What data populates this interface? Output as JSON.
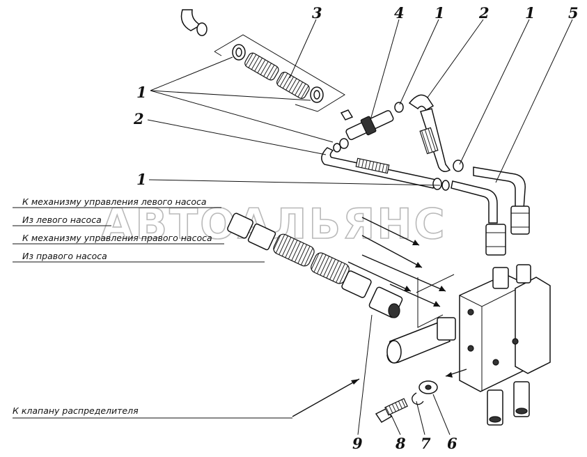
{
  "watermark": "АВТОАЛЬЯНС",
  "route_labels": {
    "left_pump_control": "К механизму управления левого насоса",
    "from_left_pump": "Из левого насоса",
    "right_pump_control": "К механизму управления правого насоса",
    "from_right_pump": "Из правого насоса",
    "to_distributor_valve": "К клапану распределителя"
  },
  "callouts": {
    "top_3": "3",
    "top_4": "4",
    "top_1a": "1",
    "top_2": "2",
    "top_1b": "1",
    "top_5": "5",
    "left_1": "1",
    "left_2": "2",
    "mid_1": "1",
    "bottom_9": "9",
    "bottom_8": "8",
    "bottom_7": "7",
    "bottom_6": "6"
  }
}
